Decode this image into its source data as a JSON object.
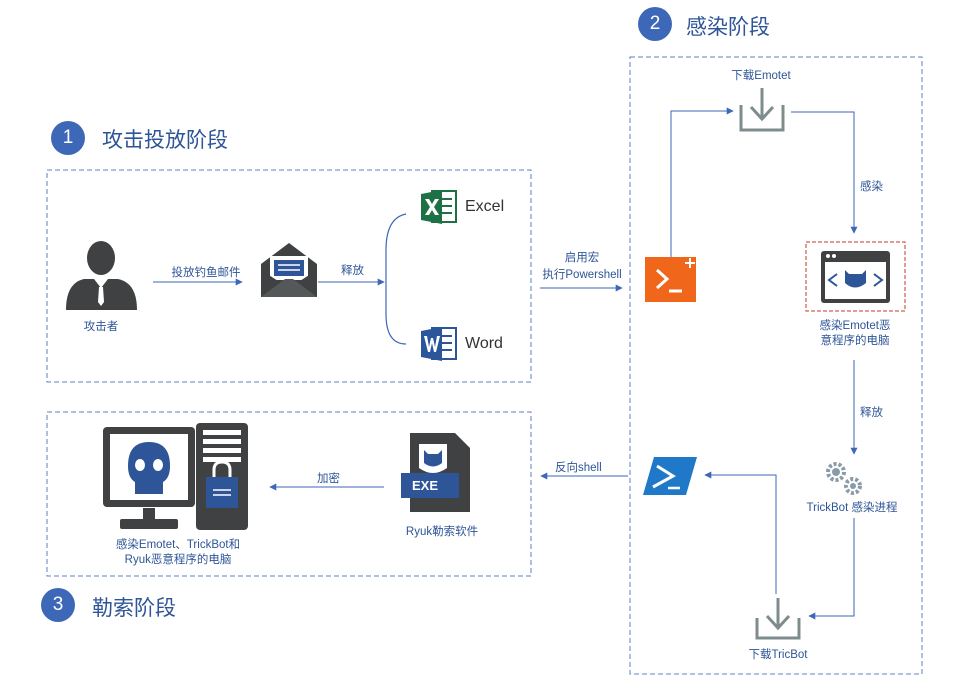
{
  "stages": [
    {
      "number": "1",
      "title": "攻击投放阶段"
    },
    {
      "number": "2",
      "title": "感染阶段"
    },
    {
      "number": "3",
      "title": "勒索阶段"
    }
  ],
  "nodes": {
    "attacker": "攻击者",
    "excel": "Excel",
    "word": "Word",
    "download_emotet": "下载Emotet",
    "infected_pc_line1": "感染Emotet恶",
    "infected_pc_line2": "意程序的电脑",
    "trickbot_process": "TrickBot 感染进程",
    "download_trickbot": "下载TricBot",
    "ryuk": "Ryuk勒索软件",
    "victim_line1": "感染Emotet、TrickBot和",
    "victim_line2": "Ryuk恶意程序的电脑",
    "exe_badge": "EXE"
  },
  "edges": {
    "send_phish": "投放钓鱼邮件",
    "release_docs": "释放",
    "macro_line1": "启用宏",
    "macro_line2": "执行Powershell",
    "infect": "感染",
    "release_trickbot": "释放",
    "reverse_shell": "反向shell",
    "encrypt": "加密"
  },
  "colors": {
    "accent": "#3d67b7",
    "text": "#2e5597",
    "excel": "#1e7145",
    "word": "#2b579a",
    "powershell_orange": "#f0661b",
    "powershell_blue": "#1f78c8",
    "border_dashed": "#5b80c4",
    "infected_border": "#c0392b",
    "dark_icon": "#3f4142"
  }
}
